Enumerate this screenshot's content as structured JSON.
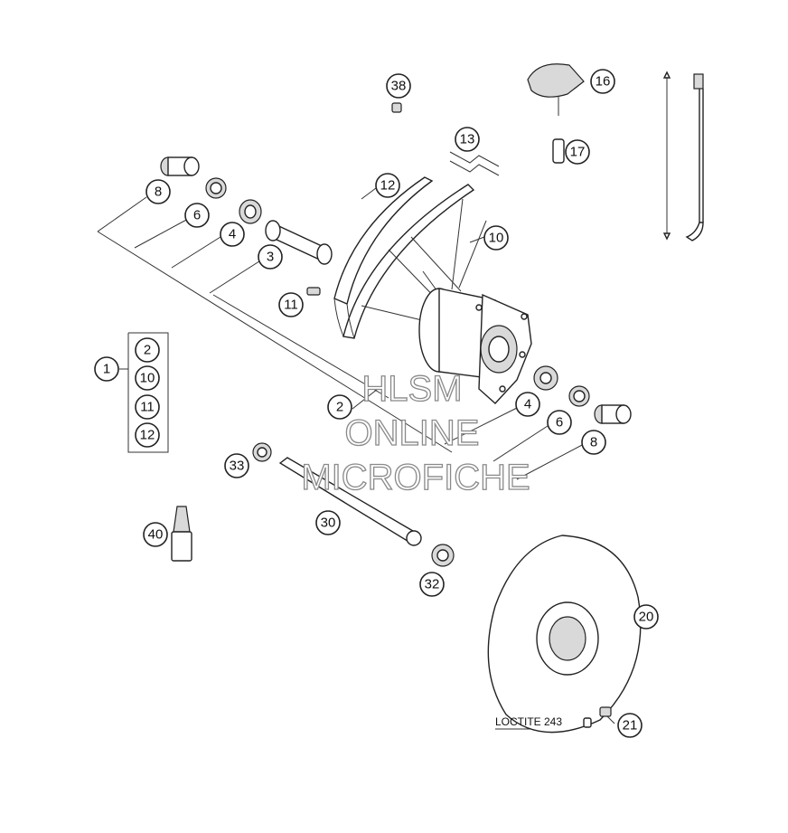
{
  "callouts": {
    "c1": "1",
    "c2_list": "2",
    "c10_list": "10",
    "c11_list": "11",
    "c12_list": "12",
    "c2": "2",
    "c3": "3",
    "c4a": "4",
    "c4b": "4",
    "c6a": "6",
    "c6b": "6",
    "c8a": "8",
    "c8b": "8",
    "c10": "10",
    "c11": "11",
    "c12": "12",
    "c13": "13",
    "c16": "16",
    "c17": "17",
    "c20": "20",
    "c21": "21",
    "c30": "30",
    "c32": "32",
    "c33": "33",
    "c38": "38",
    "c40": "40"
  },
  "note": {
    "loctite": "LOCTITE 243"
  },
  "watermark": {
    "line1": "HLSM",
    "line2": "ONLINE",
    "line3": "MICROFICHE"
  }
}
